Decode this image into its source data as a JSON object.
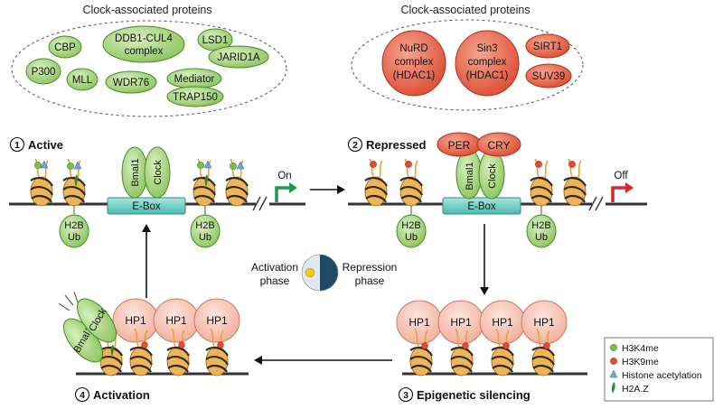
{
  "groups": [
    {
      "title": "Clock-associated proteins",
      "proteins": [
        "CBP",
        "DDB1-CUL4 complex",
        "LSD1",
        "P300",
        "MLL",
        "WDR76",
        "Mediator",
        "JARID1A",
        "TRAP150"
      ]
    },
    {
      "title": "Clock-associated proteins",
      "proteins": [
        "NuRD complex (HDAC1)",
        "Sin3 complex (HDAC1)",
        "SIRT1",
        "SUV39"
      ]
    }
  ],
  "states": {
    "active": {
      "number": "1",
      "label": "Active"
    },
    "repressed": {
      "number": "2",
      "label": "Repressed"
    },
    "silencing": {
      "number": "3",
      "label": "Epigenetic silencing"
    },
    "activation": {
      "number": "4",
      "label": "Activation"
    }
  },
  "labels": {
    "ebox": "E-Box",
    "bmal1": "Bmal1",
    "clock": "Clock",
    "per": "PER",
    "cry": "CRY",
    "h2b_line1": "H2B",
    "h2b_line2": "Ub",
    "hp1": "HP1",
    "on": "On",
    "off": "Off",
    "activation_phase_1": "Activation",
    "activation_phase_2": "phase",
    "repression_phase_1": "Repression",
    "repression_phase_2": "phase"
  },
  "legend": [
    {
      "label": "H3K4me",
      "shape": "circle",
      "color": "#7ac143"
    },
    {
      "label": "H3K9me",
      "shape": "circle",
      "color": "#e8492f"
    },
    {
      "label": "Histone acetylation",
      "shape": "triangle",
      "color": "#6aa9d8"
    },
    {
      "label": "H2A.Z",
      "shape": "leaf",
      "color": "#1e8c3a"
    }
  ],
  "colors": {
    "green_fill": "#9fd070",
    "green_stroke": "#4a8a2a",
    "red_fill": "#e4624a",
    "red_stroke": "#a8321f",
    "pink_fill": "#f7c7b8",
    "ebox_fill": "#6fcfc8",
    "nucleosome": "#f2b85a",
    "on_arrow": "#1e9a4a",
    "off_arrow": "#d8262a"
  }
}
